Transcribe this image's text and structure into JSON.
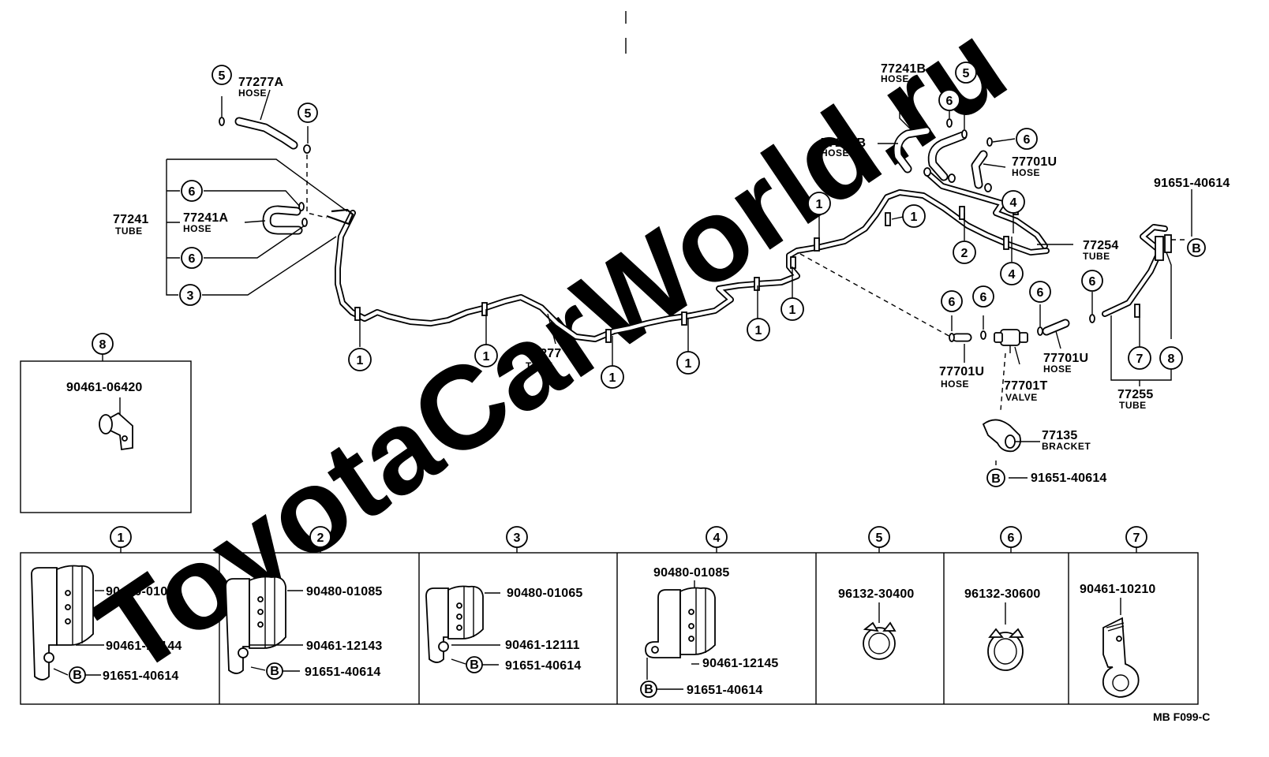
{
  "watermark": "ToyotaCarWorld.ru",
  "footer_code": "MB  F099-C",
  "symbol_b": "B",
  "callouts": {
    "c1": "1",
    "c2": "2",
    "c3": "3",
    "c4": "4",
    "c5": "5",
    "c6": "6",
    "c7": "7",
    "c8": "8"
  },
  "main_labels": {
    "hose_77277a": {
      "part": "77277A",
      "sub": "HOSE"
    },
    "tube_77241": {
      "part": "77241",
      "sub": "TUBE"
    },
    "hose_77241a": {
      "part": "77241A",
      "sub": "HOSE"
    },
    "tube_77277": {
      "part": "77277",
      "sub": "TUBE"
    },
    "hose_77241b": {
      "part": "77241B",
      "sub": "HOSE"
    },
    "hose_77277b": {
      "part": "77277B",
      "sub": "HOSE"
    },
    "hose_77701u_top": {
      "part": "77701U",
      "sub": "HOSE"
    },
    "bolt_top_right": {
      "part": "91651-40614"
    },
    "tube_77254": {
      "part": "77254",
      "sub": "TUBE"
    },
    "hose_77701u_left": {
      "part": "77701U",
      "sub": "HOSE"
    },
    "valve_77701t": {
      "part": "77701T",
      "sub": "VALVE"
    },
    "hose_77701u_right": {
      "part": "77701U",
      "sub": "HOSE"
    },
    "tube_77255": {
      "part": "77255",
      "sub": "TUBE"
    },
    "bracket_77135": {
      "part": "77135",
      "sub": "BRACKET"
    },
    "bolt_bracket": {
      "part": "91651-40614"
    }
  },
  "detail_8": {
    "number": "8",
    "part": "90461-06420"
  },
  "clamp_table": [
    {
      "number": "1",
      "parts": [
        "90480-01086",
        "90461-12144",
        "91651-40614"
      ]
    },
    {
      "number": "2",
      "parts": [
        "90480-01085",
        "90461-12143",
        "91651-40614"
      ]
    },
    {
      "number": "3",
      "parts": [
        "90480-01065",
        "90461-12111",
        "91651-40614"
      ]
    },
    {
      "number": "4",
      "parts": [
        "90480-01085",
        "90461-12145",
        "91651-40614"
      ]
    },
    {
      "number": "5",
      "parts": [
        "96132-30400"
      ]
    },
    {
      "number": "6",
      "parts": [
        "96132-30600"
      ]
    },
    {
      "number": "7",
      "parts": [
        "90461-10210"
      ]
    }
  ]
}
